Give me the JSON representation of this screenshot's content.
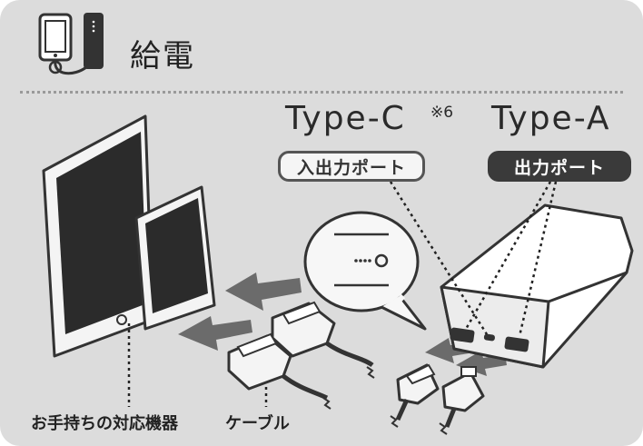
{
  "header": {
    "title": "給電",
    "icon": "phone-charging-icon"
  },
  "ports": {
    "type_c_label": "Type-C",
    "type_c_note": "※6",
    "type_a_label": "Type-A",
    "io_port_label": "入出力ポート",
    "out_port_label": "出力ポート"
  },
  "captions": {
    "device": "お手持ちの対応機器",
    "cable": "ケーブル"
  },
  "colors": {
    "panel": "#dcdcdc",
    "dark": "#3a3a3a",
    "arrow": "#6b6b6b"
  }
}
